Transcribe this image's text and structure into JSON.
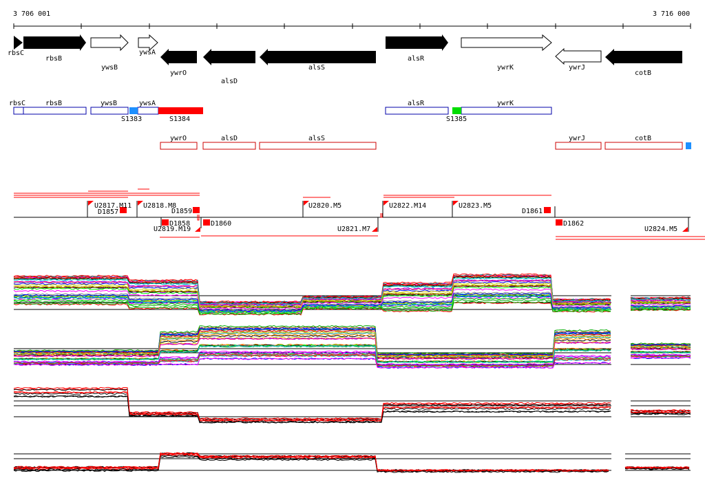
{
  "coords": {
    "start": "3 706 001",
    "end": "3 716 000"
  },
  "genes_top": [
    {
      "label": "rbsC",
      "strand": "+",
      "filled": true
    },
    {
      "label": "rbsB",
      "strand": "+",
      "filled": true
    },
    {
      "label": "ywsB",
      "strand": "+",
      "filled": false
    },
    {
      "label": "ywsA",
      "strand": "+",
      "filled": false
    },
    {
      "label": "ywrO",
      "strand": "-",
      "filled": true
    },
    {
      "label": "alsD",
      "strand": "-",
      "filled": true
    },
    {
      "label": "alsS",
      "strand": "-",
      "filled": true
    },
    {
      "label": "alsR",
      "strand": "+",
      "filled": true
    },
    {
      "label": "ywrK",
      "strand": "+",
      "filled": false
    },
    {
      "label": "ywrJ",
      "strand": "-",
      "filled": false
    },
    {
      "label": "cotB",
      "strand": "-",
      "filled": true
    }
  ],
  "segments_plus": [
    {
      "label": "rbsC"
    },
    {
      "label": "rbsB"
    },
    {
      "label": "ywsB"
    },
    {
      "label": "ywsA"
    },
    {
      "label": "alsR"
    },
    {
      "label": "ywrK"
    }
  ],
  "segments_plus_marks": [
    {
      "label": "S1383",
      "color": "#1e90ff"
    },
    {
      "label": "S1384",
      "color": "#ff0000"
    },
    {
      "label": "S1385",
      "color": "#00dd00"
    }
  ],
  "segments_minus": [
    {
      "label": "ywrO"
    },
    {
      "label": "alsD"
    },
    {
      "label": "alsS"
    },
    {
      "label": "ywrJ"
    },
    {
      "label": "cotB"
    }
  ],
  "transcript_marks": [
    {
      "label": "U2817.M11"
    },
    {
      "label": "D1857"
    },
    {
      "label": "U2818.M8"
    },
    {
      "label": "D1859"
    },
    {
      "label": "D1858"
    },
    {
      "label": "U2819.M19"
    },
    {
      "label": "D1860"
    },
    {
      "label": "U2820.M5"
    },
    {
      "label": "U2821.M7"
    },
    {
      "label": "U2822.M14"
    },
    {
      "label": "U2823.M5"
    },
    {
      "label": "D1861"
    },
    {
      "label": "D1862"
    },
    {
      "label": "U2824.M5"
    }
  ],
  "colors": {
    "plus_outline": "#0000aa",
    "minus_outline": "#cc0000",
    "mark": "#ff0000",
    "marker_blue": "#1e90ff"
  }
}
